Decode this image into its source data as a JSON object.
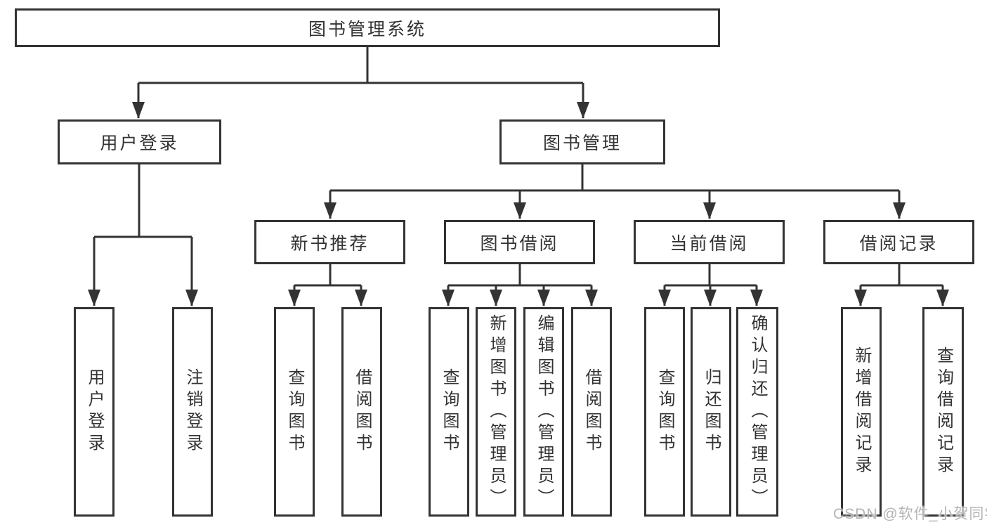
{
  "nodes": {
    "root": "图书管理系统",
    "user_login": "用户登录",
    "book_mgmt": "图书管理",
    "new_books": "新书推荐",
    "book_borrow": "图书借阅",
    "current_borrow": "当前借阅",
    "borrow_records": "借阅记录",
    "ul_login": "用户登录",
    "ul_logout": "注销登录",
    "nb_query": "查询图书",
    "nb_borrow": "借阅图书",
    "bb_query": "查询图书",
    "bb_add": "新增图书（管理员）",
    "bb_edit": "编辑图书（管理员）",
    "bb_borrow": "借阅图书",
    "cb_query": "查询图书",
    "cb_return": "归还图书",
    "cb_confirm": "确认归还（管理员）",
    "br_add": "新增借阅记录",
    "br_query": "查询借阅记录"
  },
  "watermark": "CSDN @软件_小贺同学",
  "colors": {
    "line": "#333333",
    "text": "#333333",
    "box_fill": "#ffffff",
    "background": "#ffffff",
    "watermark": "#b4b4b4"
  }
}
